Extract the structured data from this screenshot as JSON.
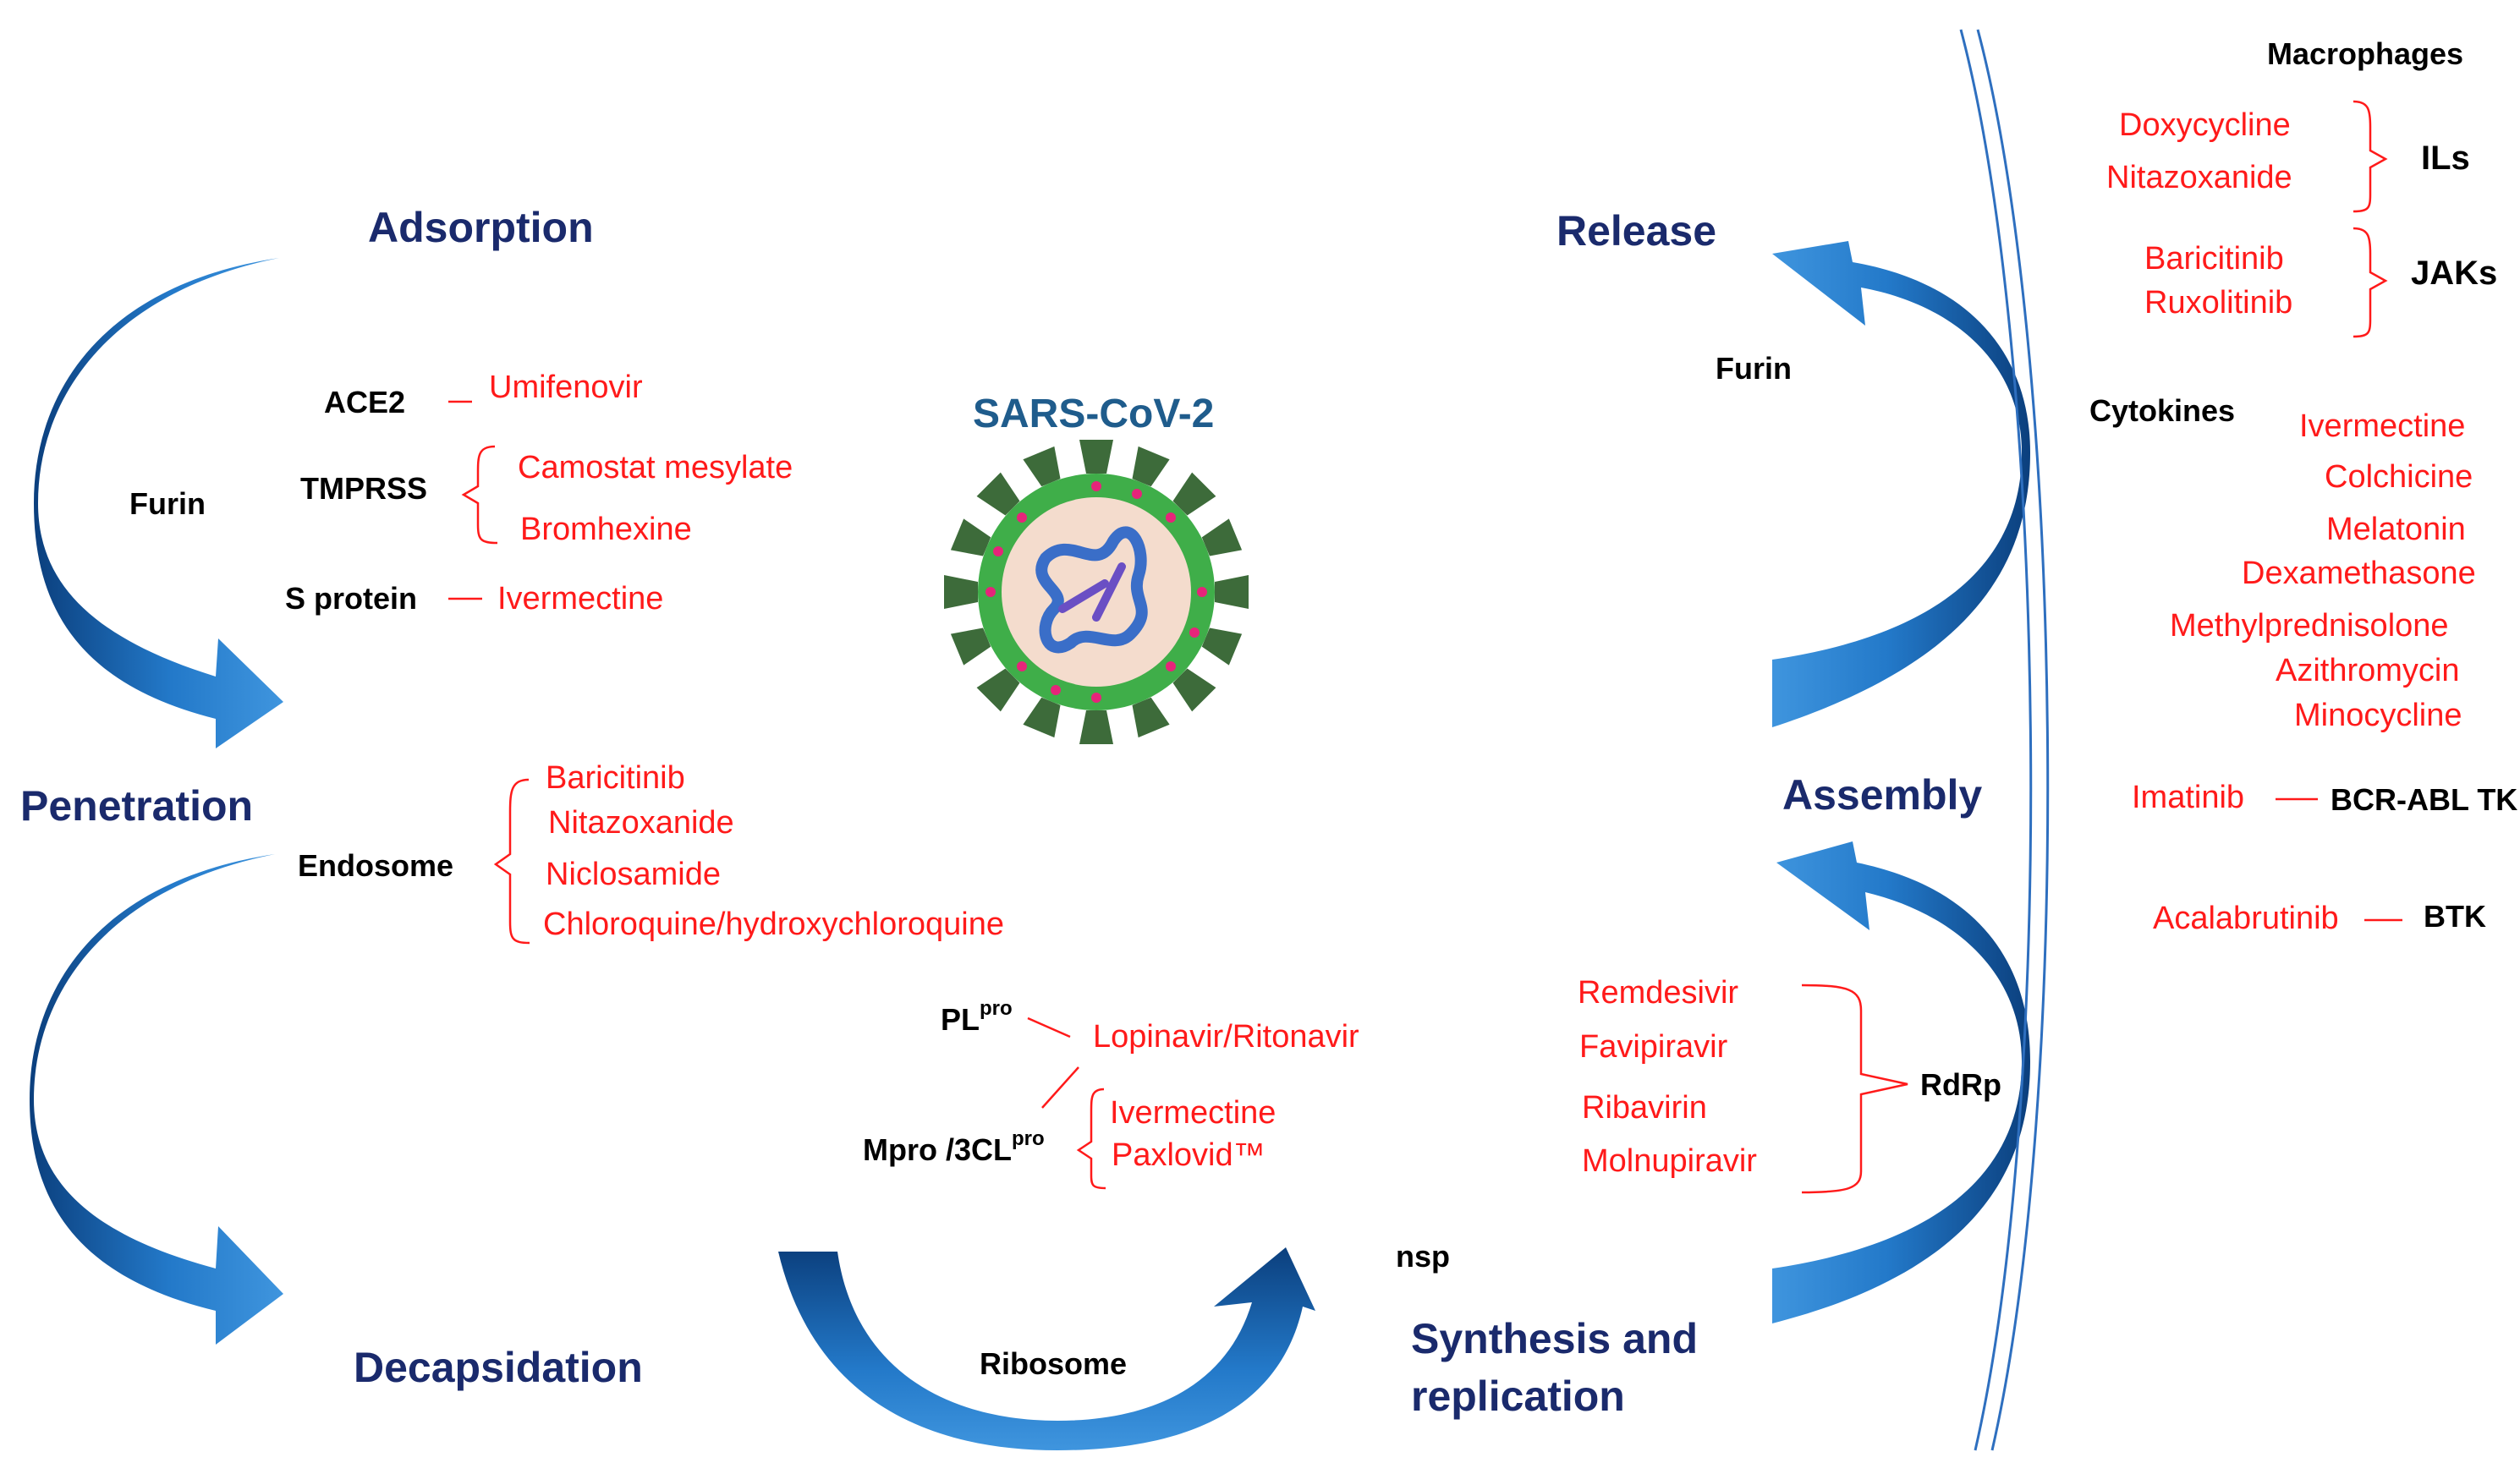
{
  "virus_name": "SARS-CoV-2",
  "stages": {
    "adsorption": "Adsorption",
    "penetration": "Penetration",
    "decapsidation": "Decapsidation",
    "synthesis_line1": "Synthesis and",
    "synthesis_line2": "replication",
    "assembly": "Assembly",
    "release": "Release"
  },
  "adsorption": {
    "furin": "Furin",
    "ace2": "ACE2",
    "ace2_drug": "Umifenovir",
    "tmprss": "TMPRSS",
    "tmprss_drugs": [
      "Camostat mesylate",
      "Bromhexine"
    ],
    "s_protein": "S protein",
    "s_protein_drug": "Ivermectine"
  },
  "penetration": {
    "endosome": "Endosome",
    "endosome_drugs": [
      "Baricitinib",
      "Nitazoxanide",
      "Niclosamide",
      "Chloroquine/hydroxychloroquine"
    ]
  },
  "proteases": {
    "plpro_base": "PL",
    "plpro_sup": "pro",
    "mpro_base": "Mpro /3CL",
    "mpro_sup": "pro",
    "shared_drug": "Lopinavir/Ritonavir",
    "mpro_drugs": [
      "Ivermectine",
      "Paxlovid™"
    ]
  },
  "translation": {
    "ribosome": "Ribosome",
    "nsp": "nsp"
  },
  "replication": {
    "rdrp": "RdRp",
    "rdrp_drugs": [
      "Remdesivir",
      "Favipiravir",
      "Ribavirin",
      "Molnupiravir"
    ]
  },
  "release": {
    "furin": "Furin"
  },
  "host_response": {
    "macrophages": "Macrophages",
    "ils": "ILs",
    "ils_drugs": [
      "Doxycycline",
      "Nitazoxanide"
    ],
    "jaks": "JAKs",
    "jaks_drugs": [
      "Baricitinib",
      "Ruxolitinib"
    ],
    "cytokines": "Cytokines",
    "cytokine_drugs": [
      "Ivermectine",
      "Colchicine",
      "Melatonin",
      "Dexamethasone",
      "Methylprednisolone",
      "Azithromycin",
      "Minocycline"
    ],
    "bcr_abl": "BCR-ABL TK",
    "bcr_abl_drug": "Imatinib",
    "btk": "BTK",
    "btk_drug": "Acalabrutinib"
  },
  "colors": {
    "arrow_dark": "#0e4a8f",
    "arrow_light": "#2e86d6",
    "stage_title": "#1a2a6c",
    "drug": "#ff1a1a",
    "virus_title": "#1f5c8c",
    "virus_envelope": "#3fae49",
    "virus_spike": "#3d6b3a",
    "virus_core": "#f4dccd",
    "rna": "#3a6ec8"
  },
  "icons": [
    "arc-arrow-icon",
    "virus-icon",
    "double-separator-line"
  ]
}
